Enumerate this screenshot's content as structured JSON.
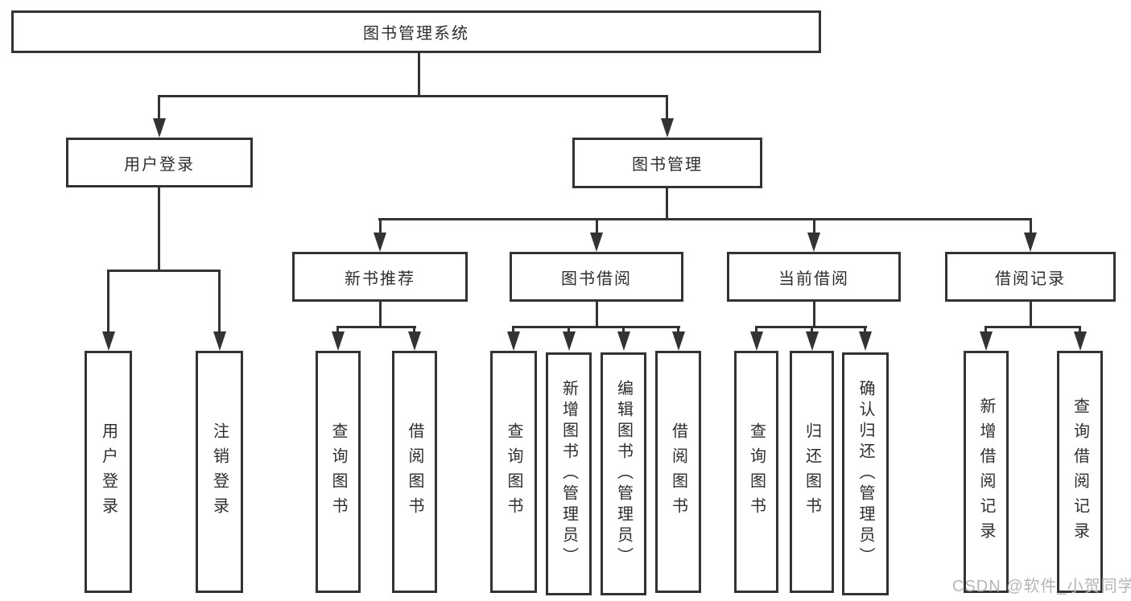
{
  "diagram": {
    "title": "图书管理系统",
    "root": {
      "label": "图书管理系统"
    },
    "branches": {
      "user_login": {
        "label": "用户登录",
        "children": [
          {
            "label": "用户登录"
          },
          {
            "label": "注销登录"
          }
        ]
      },
      "book_management": {
        "label": "图书管理",
        "children": [
          {
            "label": "新书推荐",
            "children": [
              {
                "label": "查询图书"
              },
              {
                "label": "借阅图书"
              }
            ]
          },
          {
            "label": "图书借阅",
            "children": [
              {
                "label": "查询图书"
              },
              {
                "label": "新增图书（管理员）"
              },
              {
                "label": "编辑图书（管理员）"
              },
              {
                "label": "借阅图书"
              }
            ]
          },
          {
            "label": "当前借阅",
            "children": [
              {
                "label": "查询图书"
              },
              {
                "label": "归还图书"
              },
              {
                "label": "确认归还（管理员）"
              }
            ]
          },
          {
            "label": "借阅记录",
            "children": [
              {
                "label": "新增借阅记录"
              },
              {
                "label": "查询借阅记录"
              }
            ]
          }
        ]
      }
    }
  },
  "watermark": {
    "text": "CSDN @软件_小贺同学"
  },
  "colors": {
    "line": "#333333",
    "text": "#2e2e2e",
    "background": "#ffffff",
    "watermark": "#b5b5b5"
  }
}
